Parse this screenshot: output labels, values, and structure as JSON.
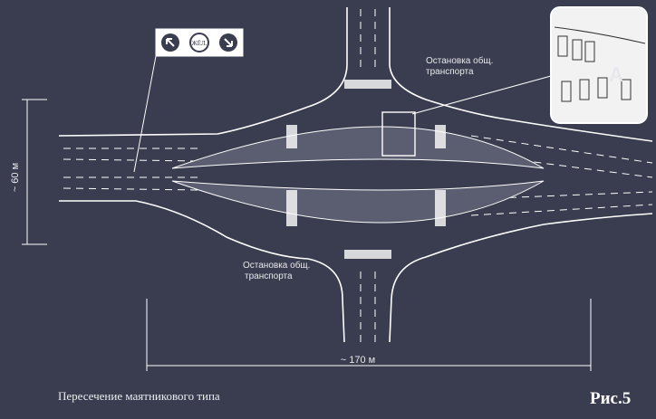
{
  "labels": {
    "stop_top_line1": "Остановка общ.",
    "stop_top_line2": "транспорта",
    "stop_bottom_line1": "Остановка общ.",
    "stop_bottom_line2": "транспорта",
    "dim_height": "~ 60 м",
    "dim_width": "~ 170 м",
    "inset_letter": "A",
    "sign_center": "ЖЁЛ."
  },
  "caption": "Пересечение маятникового типа",
  "figure_number": "Рис.5",
  "colors": {
    "background": "#3a3c4f",
    "lines": "#ffffff",
    "median": "#5b5d70"
  },
  "icons": [
    "turn-left-arrow-icon",
    "yellow-signal-icon",
    "turn-right-arrow-icon"
  ]
}
